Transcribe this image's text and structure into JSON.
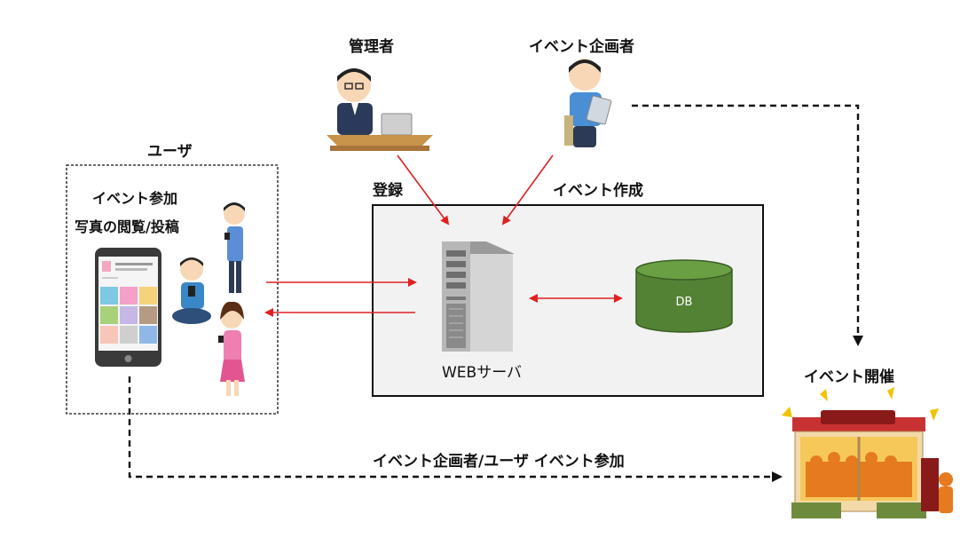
{
  "labels": {
    "admin": "管理者",
    "planner": "イベント企画者",
    "user": "ユーザ",
    "user_action_1": "イベント参加",
    "user_action_2": "写真の閲覧/投稿",
    "register": "登録",
    "create_event": "イベント作成",
    "web_server": "WEBサーバ",
    "db": "DB",
    "event_held": "イベント開催",
    "bottom_flow": "イベント企画者/ユーザ イベント参加"
  },
  "colors": {
    "arrow_red": "#e02020",
    "db_green": "#548235",
    "server_box_bg": "#f2f2f2"
  }
}
